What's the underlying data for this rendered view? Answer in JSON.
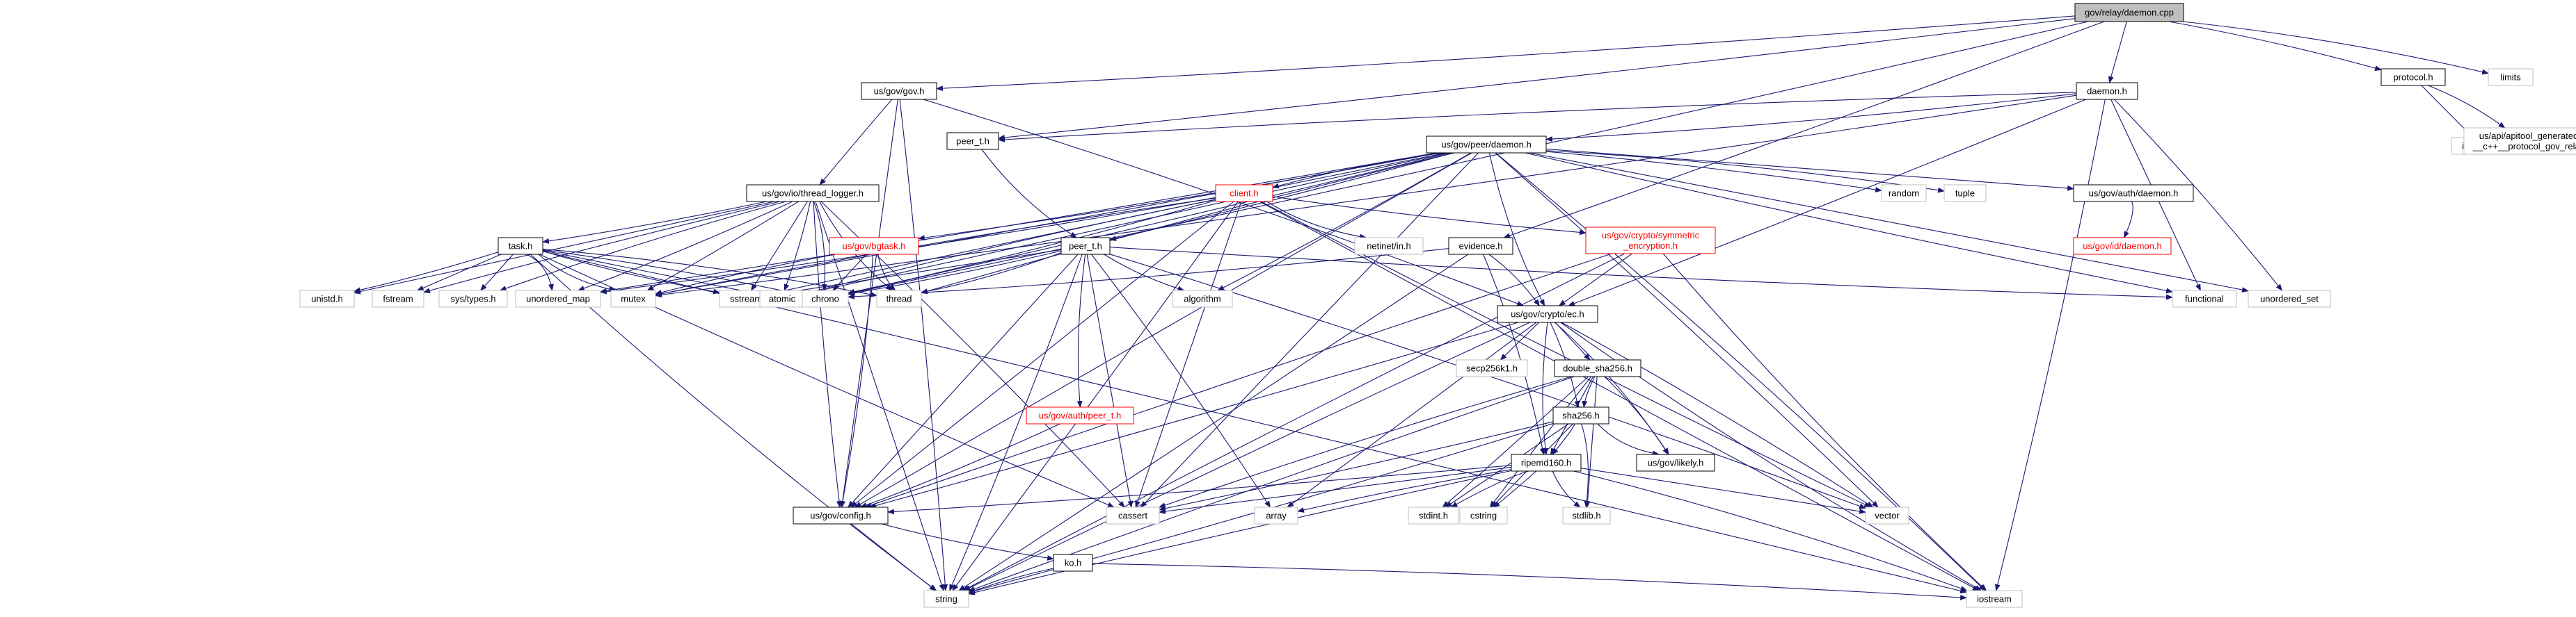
{
  "diagram": {
    "kind": "include-dependency-graph",
    "colors": {
      "edge": "#191970",
      "root_fill": "#bfbfbf",
      "broken_link": "#ff0000",
      "system_header_border": "#bfbfbf"
    },
    "nodes": [
      {
        "id": "root",
        "label": "gov/relay/daemon.cpp",
        "style": "root"
      },
      {
        "id": "gov_h",
        "label": "us/gov/gov.h",
        "style": "normal"
      },
      {
        "id": "peer_t_top",
        "label": "peer_t.h",
        "style": "normal"
      },
      {
        "id": "daemon_h",
        "label": "daemon.h",
        "style": "normal"
      },
      {
        "id": "protocol_h",
        "label": "protocol.h",
        "style": "normal"
      },
      {
        "id": "limits",
        "label": "limits",
        "style": "system"
      },
      {
        "id": "inttypes",
        "label": "inttypes.h",
        "style": "system"
      },
      {
        "id": "apitool",
        "label": "us/api/apitool_generated\n__c++__protocol_gov_relay",
        "style": "system"
      },
      {
        "id": "thread_logger",
        "label": "us/gov/io/thread_logger.h",
        "style": "normal"
      },
      {
        "id": "peer_daemon",
        "label": "us/gov/peer/daemon.h",
        "style": "normal"
      },
      {
        "id": "auth_daemon",
        "label": "us/gov/auth/daemon.h",
        "style": "normal"
      },
      {
        "id": "id_daemon",
        "label": "us/gov/id/daemon.h",
        "style": "broken"
      },
      {
        "id": "random",
        "label": "random",
        "style": "system"
      },
      {
        "id": "tuple",
        "label": "tuple",
        "style": "system"
      },
      {
        "id": "client_h",
        "label": "client.h",
        "style": "broken"
      },
      {
        "id": "bgtask",
        "label": "us/gov/bgtask.h",
        "style": "broken"
      },
      {
        "id": "peer_t_mid",
        "label": "peer_t.h",
        "style": "normal"
      },
      {
        "id": "task_h",
        "label": "task.h",
        "style": "normal"
      },
      {
        "id": "netinet",
        "label": "netinet/in.h",
        "style": "system"
      },
      {
        "id": "evidence",
        "label": "evidence.h",
        "style": "normal"
      },
      {
        "id": "symenc",
        "label": "us/gov/crypto/symmetric\n_encryption.h",
        "style": "broken"
      },
      {
        "id": "cryptoec",
        "label": "us/gov/crypto/ec.h",
        "style": "normal"
      },
      {
        "id": "unistd",
        "label": "unistd.h",
        "style": "system"
      },
      {
        "id": "fstream",
        "label": "fstream",
        "style": "system"
      },
      {
        "id": "systypes",
        "label": "sys/types.h",
        "style": "system"
      },
      {
        "id": "unordered_map",
        "label": "unordered_map",
        "style": "system"
      },
      {
        "id": "mutex",
        "label": "mutex",
        "style": "system"
      },
      {
        "id": "sstream",
        "label": "sstream",
        "style": "system"
      },
      {
        "id": "atomic",
        "label": "atomic",
        "style": "system"
      },
      {
        "id": "chrono",
        "label": "chrono",
        "style": "system"
      },
      {
        "id": "thread",
        "label": "thread",
        "style": "system"
      },
      {
        "id": "algorithm",
        "label": "algorithm",
        "style": "system"
      },
      {
        "id": "functional",
        "label": "functional",
        "style": "system"
      },
      {
        "id": "unordered_set",
        "label": "unordered_set",
        "style": "system"
      },
      {
        "id": "secp256k1",
        "label": "secp256k1.h",
        "style": "system"
      },
      {
        "id": "double_sha",
        "label": "double_sha256.h",
        "style": "normal"
      },
      {
        "id": "sha256",
        "label": "sha256.h",
        "style": "normal"
      },
      {
        "id": "likely",
        "label": "us/gov/likely.h",
        "style": "normal"
      },
      {
        "id": "ripemd",
        "label": "ripemd160.h",
        "style": "normal"
      },
      {
        "id": "auth_peer",
        "label": "us/gov/auth/peer_t.h",
        "style": "broken"
      },
      {
        "id": "config",
        "label": "us/gov/config.h",
        "style": "normal"
      },
      {
        "id": "cassert",
        "label": "cassert",
        "style": "system"
      },
      {
        "id": "array",
        "label": "array",
        "style": "system"
      },
      {
        "id": "stdint",
        "label": "stdint.h",
        "style": "system"
      },
      {
        "id": "cstring",
        "label": "cstring",
        "style": "system"
      },
      {
        "id": "stdlib",
        "label": "stdlib.h",
        "style": "system"
      },
      {
        "id": "vector",
        "label": "vector",
        "style": "system"
      },
      {
        "id": "ko_h",
        "label": "ko.h",
        "style": "normal"
      },
      {
        "id": "string",
        "label": "string",
        "style": "system"
      },
      {
        "id": "iostream",
        "label": "iostream",
        "style": "system"
      }
    ],
    "edges": [
      [
        "root",
        "gov_h"
      ],
      [
        "root",
        "peer_t_top"
      ],
      [
        "root",
        "daemon_h"
      ],
      [
        "root",
        "protocol_h"
      ],
      [
        "root",
        "limits"
      ],
      [
        "root",
        "chrono"
      ],
      [
        "root",
        "evidence"
      ],
      [
        "protocol_h",
        "inttypes"
      ],
      [
        "protocol_h",
        "apitool"
      ],
      [
        "daemon_h",
        "peer_t_top"
      ],
      [
        "daemon_h",
        "peer_daemon"
      ],
      [
        "daemon_h",
        "cryptoec"
      ],
      [
        "daemon_h",
        "functional"
      ],
      [
        "daemon_h",
        "unordered_set"
      ],
      [
        "daemon_h",
        "iostream"
      ],
      [
        "daemon_h",
        "mutex"
      ],
      [
        "gov_h",
        "thread_logger"
      ],
      [
        "gov_h",
        "config"
      ],
      [
        "gov_h",
        "string"
      ],
      [
        "gov_h",
        "cryptoec"
      ],
      [
        "peer_t_top",
        "peer_t_mid"
      ],
      [
        "thread_logger",
        "task_h"
      ],
      [
        "thread_logger",
        "unistd"
      ],
      [
        "thread_logger",
        "fstream"
      ],
      [
        "thread_logger",
        "systypes"
      ],
      [
        "thread_logger",
        "unordered_map"
      ],
      [
        "thread_logger",
        "mutex"
      ],
      [
        "thread_logger",
        "sstream"
      ],
      [
        "thread_logger",
        "atomic"
      ],
      [
        "thread_logger",
        "chrono"
      ],
      [
        "thread_logger",
        "thread"
      ],
      [
        "thread_logger",
        "config"
      ],
      [
        "thread_logger",
        "string"
      ],
      [
        "thread_logger",
        "cassert"
      ],
      [
        "peer_daemon",
        "client_h"
      ],
      [
        "peer_daemon",
        "bgtask"
      ],
      [
        "peer_daemon",
        "peer_t_mid"
      ],
      [
        "peer_daemon",
        "auth_daemon"
      ],
      [
        "peer_daemon",
        "random"
      ],
      [
        "peer_daemon",
        "tuple"
      ],
      [
        "peer_daemon",
        "cryptoec"
      ],
      [
        "peer_daemon",
        "functional"
      ],
      [
        "peer_daemon",
        "unordered_set"
      ],
      [
        "peer_daemon",
        "vector"
      ],
      [
        "peer_daemon",
        "iostream"
      ],
      [
        "peer_daemon",
        "algorithm"
      ],
      [
        "peer_daemon",
        "chrono"
      ],
      [
        "peer_daemon",
        "atomic"
      ],
      [
        "peer_daemon",
        "sstream"
      ],
      [
        "peer_daemon",
        "thread"
      ],
      [
        "peer_daemon",
        "cassert"
      ],
      [
        "peer_daemon",
        "unordered_map"
      ],
      [
        "peer_daemon",
        "mutex"
      ],
      [
        "peer_daemon",
        "config"
      ],
      [
        "auth_daemon",
        "id_daemon"
      ],
      [
        "client_h",
        "netinet"
      ],
      [
        "client_h",
        "symenc"
      ],
      [
        "client_h",
        "cassert"
      ],
      [
        "client_h",
        "string"
      ],
      [
        "client_h",
        "atomic"
      ],
      [
        "client_h",
        "chrono"
      ],
      [
        "client_h",
        "vector"
      ],
      [
        "client_h",
        "iostream"
      ],
      [
        "client_h",
        "config"
      ],
      [
        "client_h",
        "mutex"
      ],
      [
        "client_h",
        "unordered_map"
      ],
      [
        "bgtask",
        "thread"
      ],
      [
        "bgtask",
        "chrono"
      ],
      [
        "bgtask",
        "mutex"
      ],
      [
        "bgtask",
        "config"
      ],
      [
        "peer_t_mid",
        "auth_peer"
      ],
      [
        "peer_t_mid",
        "algorithm"
      ],
      [
        "peer_t_mid",
        "cassert"
      ],
      [
        "peer_t_mid",
        "array"
      ],
      [
        "peer_t_mid",
        "string"
      ],
      [
        "peer_t_mid",
        "thread"
      ],
      [
        "peer_t_mid",
        "chrono"
      ],
      [
        "peer_t_mid",
        "sstream"
      ],
      [
        "peer_t_mid",
        "config"
      ],
      [
        "peer_t_mid",
        "vector"
      ],
      [
        "peer_t_mid",
        "functional"
      ],
      [
        "task_h",
        "unistd"
      ],
      [
        "task_h",
        "fstream"
      ],
      [
        "task_h",
        "systypes"
      ],
      [
        "task_h",
        "unordered_map"
      ],
      [
        "task_h",
        "mutex"
      ],
      [
        "task_h",
        "sstream"
      ],
      [
        "task_h",
        "atomic"
      ],
      [
        "task_h",
        "chrono"
      ],
      [
        "task_h",
        "thread"
      ],
      [
        "task_h",
        "string"
      ],
      [
        "task_h",
        "cassert"
      ],
      [
        "task_h",
        "iostream"
      ],
      [
        "evidence",
        "cryptoec"
      ],
      [
        "evidence",
        "ripemd"
      ],
      [
        "evidence",
        "chrono"
      ],
      [
        "evidence",
        "string"
      ],
      [
        "symenc",
        "cryptoec"
      ],
      [
        "symenc",
        "config"
      ],
      [
        "symenc",
        "string"
      ],
      [
        "symenc",
        "iostream"
      ],
      [
        "cryptoec",
        "secp256k1"
      ],
      [
        "cryptoec",
        "double_sha"
      ],
      [
        "cryptoec",
        "sha256"
      ],
      [
        "cryptoec",
        "likely"
      ],
      [
        "cryptoec",
        "ripemd"
      ],
      [
        "cryptoec",
        "config"
      ],
      [
        "cryptoec",
        "array"
      ],
      [
        "cryptoec",
        "vector"
      ],
      [
        "cryptoec",
        "string"
      ],
      [
        "cryptoec",
        "iostream"
      ],
      [
        "double_sha",
        "sha256"
      ],
      [
        "double_sha",
        "ripemd"
      ],
      [
        "double_sha",
        "likely"
      ],
      [
        "double_sha",
        "cassert"
      ],
      [
        "double_sha",
        "stdint"
      ],
      [
        "double_sha",
        "cstring"
      ],
      [
        "double_sha",
        "stdlib"
      ],
      [
        "double_sha",
        "string"
      ],
      [
        "sha256",
        "ripemd"
      ],
      [
        "sha256",
        "likely"
      ],
      [
        "sha256",
        "cassert"
      ],
      [
        "sha256",
        "stdint"
      ],
      [
        "sha256",
        "cstring"
      ],
      [
        "sha256",
        "stdlib"
      ],
      [
        "sha256",
        "string"
      ],
      [
        "ripemd",
        "config"
      ],
      [
        "ripemd",
        "cassert"
      ],
      [
        "ripemd",
        "array"
      ],
      [
        "ripemd",
        "stdint"
      ],
      [
        "ripemd",
        "cstring"
      ],
      [
        "ripemd",
        "stdlib"
      ],
      [
        "ripemd",
        "vector"
      ],
      [
        "ripemd",
        "string"
      ],
      [
        "ripemd",
        "iostream"
      ],
      [
        "auth_peer",
        "config"
      ],
      [
        "config",
        "ko_h"
      ],
      [
        "config",
        "string"
      ],
      [
        "ko_h",
        "string"
      ],
      [
        "ko_h",
        "iostream"
      ]
    ]
  }
}
